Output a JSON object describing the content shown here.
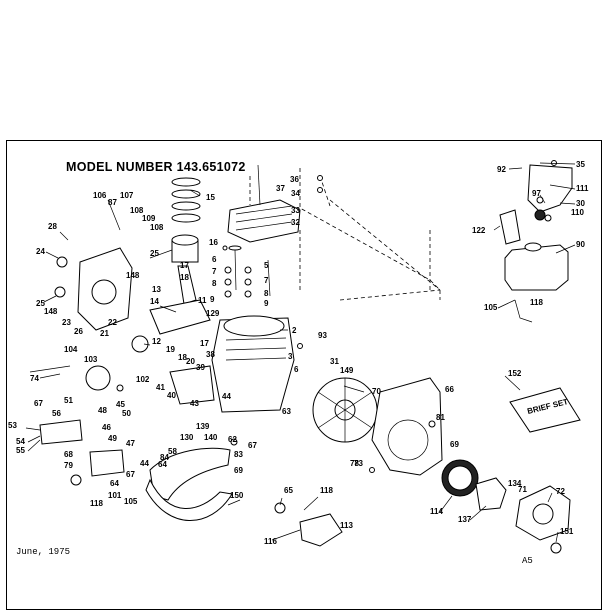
{
  "title": "MODEL NUMBER 143.651072",
  "footer": {
    "date": "June, 1975",
    "code": "A5"
  },
  "callouts": [
    {
      "id": "c92",
      "text": "92"
    },
    {
      "id": "c35",
      "text": "35"
    },
    {
      "id": "c111",
      "text": "111"
    },
    {
      "id": "c97",
      "text": "97"
    },
    {
      "id": "c30",
      "text": "30"
    },
    {
      "id": "c110",
      "text": "110"
    },
    {
      "id": "c122",
      "text": "122"
    },
    {
      "id": "c90",
      "text": "90"
    },
    {
      "id": "c105",
      "text": "105"
    },
    {
      "id": "c118a",
      "text": "118"
    },
    {
      "id": "c36",
      "text": "36"
    },
    {
      "id": "c37",
      "text": "37"
    },
    {
      "id": "c34",
      "text": "34"
    },
    {
      "id": "c33",
      "text": "33"
    },
    {
      "id": "c32",
      "text": "32"
    },
    {
      "id": "c15",
      "text": "15"
    },
    {
      "id": "c106",
      "text": "106"
    },
    {
      "id": "c107",
      "text": "107"
    },
    {
      "id": "c87",
      "text": "87"
    },
    {
      "id": "c108a",
      "text": "108"
    },
    {
      "id": "c109",
      "text": "109"
    },
    {
      "id": "c108b",
      "text": "108"
    },
    {
      "id": "c28",
      "text": "28"
    },
    {
      "id": "c24",
      "text": "24"
    },
    {
      "id": "c25a",
      "text": "25"
    },
    {
      "id": "c148a",
      "text": "148"
    },
    {
      "id": "c25b",
      "text": "25"
    },
    {
      "id": "c148b",
      "text": "148"
    },
    {
      "id": "c23",
      "text": "23"
    },
    {
      "id": "c26",
      "text": "26"
    },
    {
      "id": "c22",
      "text": "22"
    },
    {
      "id": "c21",
      "text": "21"
    },
    {
      "id": "c16",
      "text": "16"
    },
    {
      "id": "c6a",
      "text": "6"
    },
    {
      "id": "c5",
      "text": "5"
    },
    {
      "id": "c7a",
      "text": "7"
    },
    {
      "id": "c8a",
      "text": "8"
    },
    {
      "id": "c9a",
      "text": "9"
    },
    {
      "id": "c7b",
      "text": "7"
    },
    {
      "id": "c8b",
      "text": "8"
    },
    {
      "id": "c9b",
      "text": "9"
    },
    {
      "id": "c13",
      "text": "13"
    },
    {
      "id": "c14",
      "text": "14"
    },
    {
      "id": "c17a",
      "text": "17"
    },
    {
      "id": "c18a",
      "text": "18"
    },
    {
      "id": "c11",
      "text": "11"
    },
    {
      "id": "c129",
      "text": "129"
    },
    {
      "id": "c12",
      "text": "12"
    },
    {
      "id": "c2",
      "text": "2"
    },
    {
      "id": "c93",
      "text": "93"
    },
    {
      "id": "c19",
      "text": "19"
    },
    {
      "id": "c18b",
      "text": "18"
    },
    {
      "id": "c17b",
      "text": "17"
    },
    {
      "id": "c20",
      "text": "20"
    },
    {
      "id": "c38",
      "text": "38"
    },
    {
      "id": "c39",
      "text": "39"
    },
    {
      "id": "c3",
      "text": "3"
    },
    {
      "id": "c6b",
      "text": "6"
    },
    {
      "id": "c31",
      "text": "31"
    },
    {
      "id": "c149",
      "text": "149"
    },
    {
      "id": "c104",
      "text": "104"
    },
    {
      "id": "c103",
      "text": "103"
    },
    {
      "id": "c74",
      "text": "74"
    },
    {
      "id": "c102",
      "text": "102"
    },
    {
      "id": "c40",
      "text": "40"
    },
    {
      "id": "c41",
      "text": "41"
    },
    {
      "id": "c43",
      "text": "43"
    },
    {
      "id": "c44",
      "text": "44"
    },
    {
      "id": "c70",
      "text": "70"
    },
    {
      "id": "c66",
      "text": "66"
    },
    {
      "id": "c152",
      "text": "152"
    },
    {
      "id": "c67a",
      "text": "67"
    },
    {
      "id": "c51",
      "text": "51"
    },
    {
      "id": "c56",
      "text": "56"
    },
    {
      "id": "c48",
      "text": "48"
    },
    {
      "id": "c45",
      "text": "45"
    },
    {
      "id": "c53",
      "text": "53"
    },
    {
      "id": "c54",
      "text": "54"
    },
    {
      "id": "c55",
      "text": "55"
    },
    {
      "id": "c46",
      "text": "46"
    },
    {
      "id": "c50",
      "text": "50"
    },
    {
      "id": "c49",
      "text": "49"
    },
    {
      "id": "c47",
      "text": "47"
    },
    {
      "id": "c58",
      "text": "58"
    },
    {
      "id": "c130",
      "text": "130"
    },
    {
      "id": "c139",
      "text": "139"
    },
    {
      "id": "c140",
      "text": "140"
    },
    {
      "id": "c62",
      "text": "62"
    },
    {
      "id": "c63",
      "text": "63"
    },
    {
      "id": "c67b",
      "text": "67"
    },
    {
      "id": "c81",
      "text": "81"
    },
    {
      "id": "c69a",
      "text": "69"
    },
    {
      "id": "c83",
      "text": "83"
    },
    {
      "id": "c64a",
      "text": "64"
    },
    {
      "id": "c84",
      "text": "84"
    },
    {
      "id": "c44b",
      "text": "44"
    },
    {
      "id": "c67c",
      "text": "67"
    },
    {
      "id": "c68",
      "text": "68"
    },
    {
      "id": "c79",
      "text": "79"
    },
    {
      "id": "c78",
      "text": "78"
    },
    {
      "id": "c69b",
      "text": "69"
    },
    {
      "id": "c64b",
      "text": "64"
    },
    {
      "id": "c101",
      "text": "101"
    },
    {
      "id": "c105b",
      "text": "105"
    },
    {
      "id": "c118b",
      "text": "118"
    },
    {
      "id": "c150",
      "text": "150"
    },
    {
      "id": "c65",
      "text": "65"
    },
    {
      "id": "c118c",
      "text": "118"
    },
    {
      "id": "c116",
      "text": "116"
    },
    {
      "id": "c113",
      "text": "113"
    },
    {
      "id": "c114",
      "text": "114"
    },
    {
      "id": "c137",
      "text": "137"
    },
    {
      "id": "c134",
      "text": "134"
    },
    {
      "id": "c71",
      "text": "71"
    },
    {
      "id": "c72",
      "text": "72"
    },
    {
      "id": "c151",
      "text": "151"
    },
    {
      "id": "c73",
      "text": "73"
    },
    {
      "id": "c69c",
      "text": "69"
    }
  ],
  "box_label": "BRIEF SET"
}
